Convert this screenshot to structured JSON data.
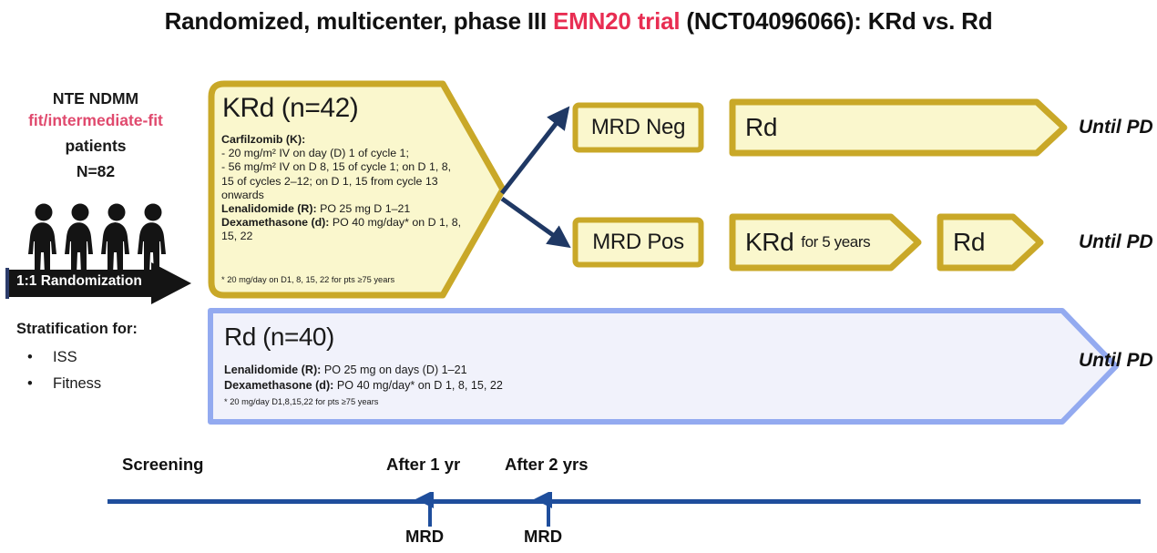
{
  "title": {
    "part1": "Randomized, multicenter, phase III ",
    "highlight": "EMN20 trial",
    "part2": " (NCT04096066): KRd vs. Rd"
  },
  "colors": {
    "title_highlight": "#e82d52",
    "gold_border": "#c9a828",
    "yellow_fill": "#faf7cd",
    "blue_border": "#93aaf0",
    "lavender_fill": "#f1f2fb",
    "navy_arrow": "#1f3864",
    "timeline_blue": "#1f4e9c",
    "pink_text": "#e04a6e",
    "black_banner": "#1a1a1a"
  },
  "population": {
    "line1": "NTE NDMM",
    "line2": "fit/intermediate-fit",
    "line3": "patients",
    "line4": "N=82",
    "patient_icon_count": 4,
    "randomization_label": "1:1 Randomization",
    "stratification_title": "Stratification for:",
    "stratification_items": [
      "ISS",
      "Fitness"
    ]
  },
  "arms": {
    "krd": {
      "header": "KRd (n=42)",
      "drug1_name": "Carfilzomib (K):",
      "drug1_line1": "- 20 mg/m² IV on day (D) 1 of cycle 1;",
      "drug1_line2": "- 56 mg/m² IV on D 8, 15 of cycle 1; on D 1, 8, 15 of cycles 2–12; on D 1, 15 from cycle 13 onwards",
      "drug2_name": "Lenalidomide (R):",
      "drug2_text": " PO 25 mg D 1–21",
      "drug3_name": "Dexamethasone (d):",
      "drug3_text": " PO 40 mg/day* on D 1, 8, 15, 22",
      "footnote": "* 20 mg/day on D1, 8, 15, 22 for pts ≥75 years"
    },
    "rd": {
      "header": "Rd (n=40)",
      "drug1_name": "Lenalidomide (R):",
      "drug1_text": " PO 25 mg on days (D) 1–21",
      "drug2_name": "Dexamethasone (d):",
      "drug2_text": " PO 40 mg/day* on D 1, 8, 15, 22",
      "footnote": "* 20 mg/day D1,8,15,22 for pts ≥75 years"
    }
  },
  "mrd_branch": {
    "negative_label": "MRD Neg",
    "positive_label": "MRD Pos"
  },
  "treatments": {
    "neg_path": {
      "label": "Rd",
      "endpoint": "Until PD"
    },
    "pos_path_1": {
      "label": "KRd",
      "sublabel": "for 5 years"
    },
    "pos_path_2": {
      "label": "Rd",
      "endpoint": "Until PD"
    },
    "control_endpoint": "Until PD"
  },
  "timeline": {
    "labels": [
      "Screening",
      "After 1 yr",
      "After 2 yrs"
    ],
    "mrd_marks": [
      "MRD",
      "MRD"
    ]
  }
}
